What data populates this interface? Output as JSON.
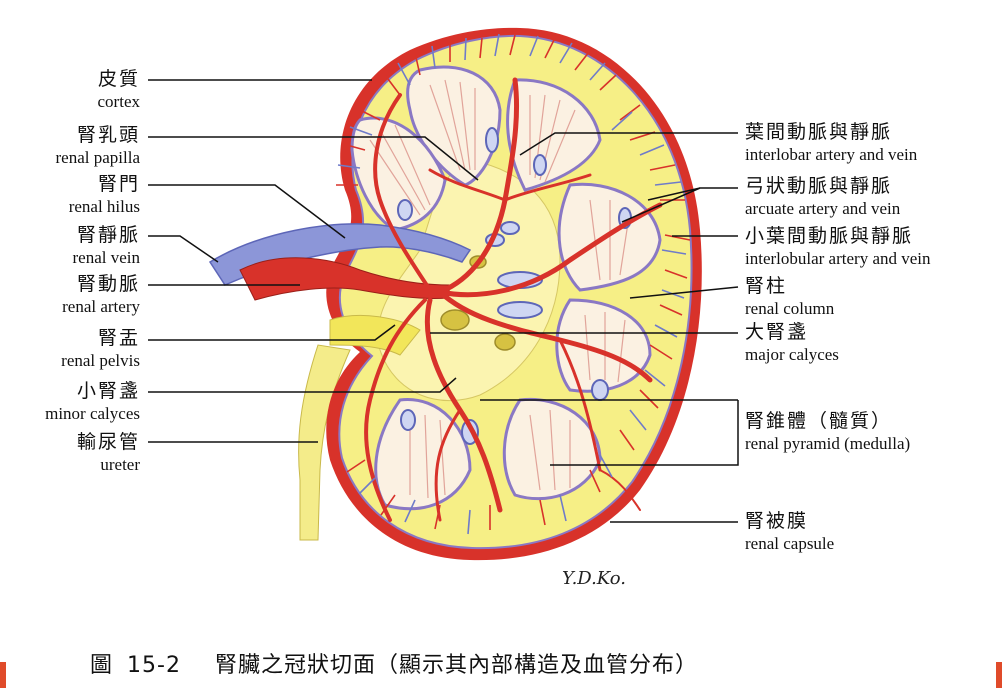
{
  "labels_left": [
    {
      "id": "cortex",
      "zh": "皮質",
      "en": "cortex"
    },
    {
      "id": "papilla",
      "zh": "腎乳頭",
      "en": "renal papilla"
    },
    {
      "id": "hilus",
      "zh": "腎門",
      "en": "renal hilus"
    },
    {
      "id": "vein",
      "zh": "腎靜脈",
      "en": "renal vein"
    },
    {
      "id": "artery",
      "zh": "腎動脈",
      "en": "renal artery"
    },
    {
      "id": "pelvis",
      "zh": "腎盂",
      "en": "renal pelvis"
    },
    {
      "id": "minor",
      "zh": "小腎盞",
      "en": "minor calyces"
    },
    {
      "id": "ureter",
      "zh": "輸尿管",
      "en": "ureter"
    }
  ],
  "labels_right": [
    {
      "id": "interlobar",
      "zh": "葉間動脈與靜脈",
      "en": "interlobar artery and vein"
    },
    {
      "id": "arcuate",
      "zh": "弓狀動脈與靜脈",
      "en": "arcuate artery and vein"
    },
    {
      "id": "interlobular",
      "zh": "小葉間動脈與靜脈",
      "en": "interlobular artery and vein"
    },
    {
      "id": "column",
      "zh": "腎柱",
      "en": "renal column"
    },
    {
      "id": "major",
      "zh": "大腎盞",
      "en": "major calyces"
    },
    {
      "id": "pyramid",
      "zh": "腎錐體（髓質）",
      "en": "renal pyramid (medulla)"
    },
    {
      "id": "capsule",
      "zh": "腎被膜",
      "en": "renal capsule"
    }
  ],
  "signature": "Y.D.Ko.",
  "caption": {
    "prefix": "圖",
    "number": "15-2",
    "text": "腎臟之冠狀切面（顯示其內部構造及血管分布）"
  },
  "colors": {
    "capsule": "#d8322a",
    "cortex": "#f6ef86",
    "pyramid": "#fbf1e2",
    "artery": "#d8322a",
    "vein": "#6f7bc9",
    "accent": "#e04b2a"
  }
}
